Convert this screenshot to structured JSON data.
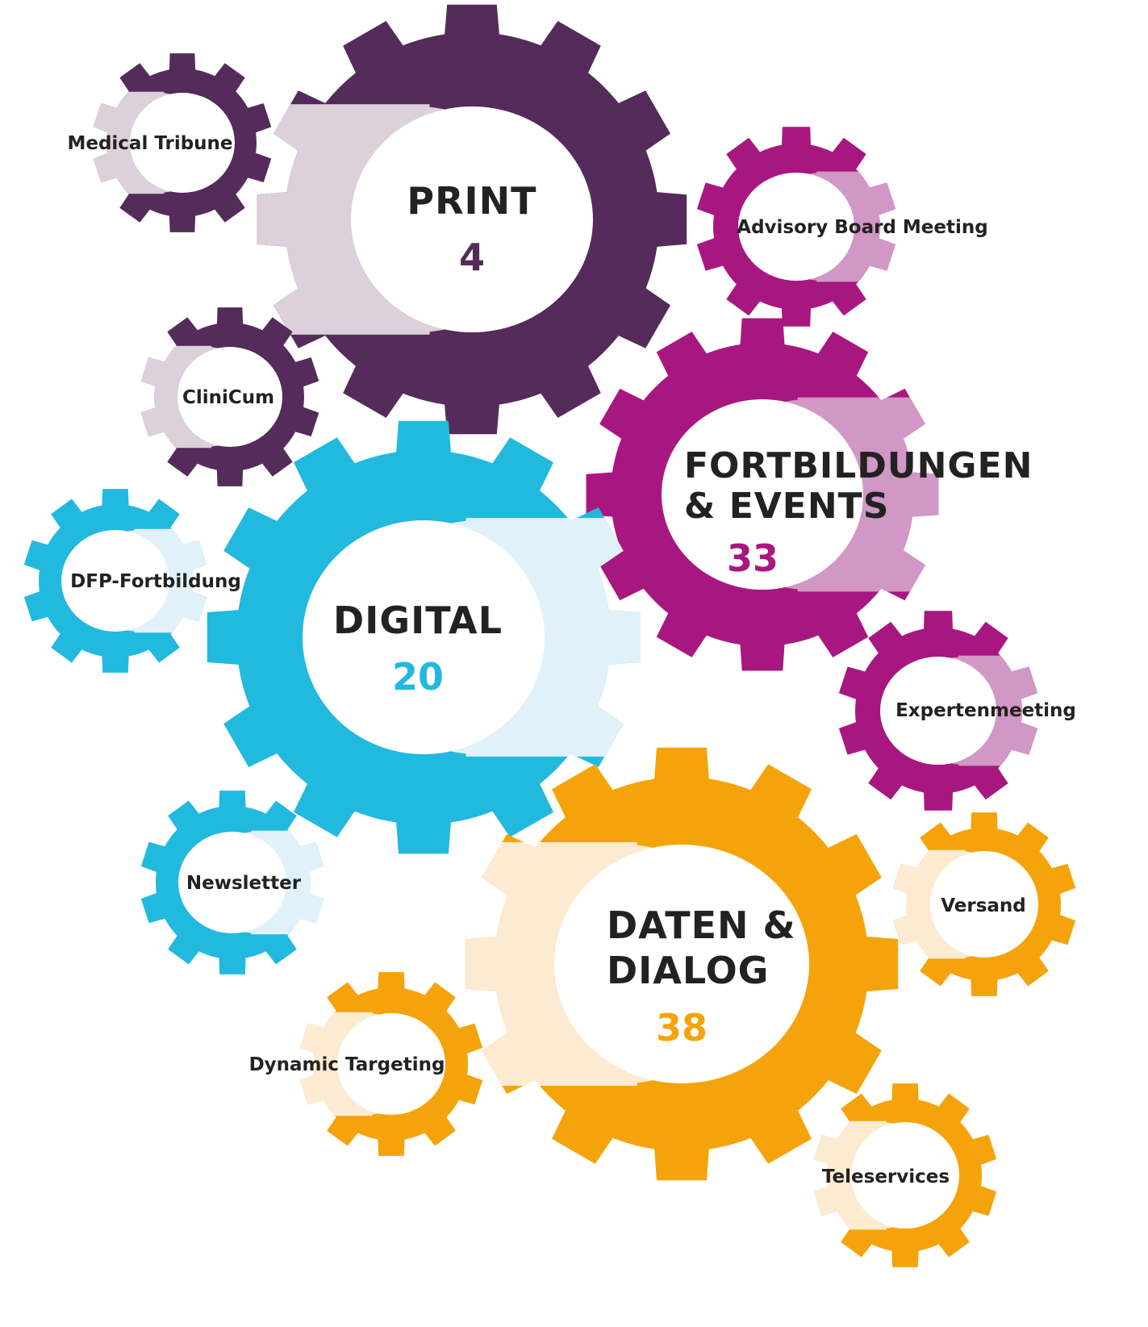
{
  "colors": {
    "print": "#542b5a",
    "print_light": "#dcd0da",
    "events": "#a8177f",
    "events_light": "#d197c5",
    "digital": "#22b9df",
    "digital_light": "#e0f1f9",
    "daten": "#f4a40a",
    "daten_light": "#fdebd1",
    "text": "#222222"
  },
  "gears": [
    {
      "id": "print",
      "kind": "main",
      "title_lines": [
        "PRINT"
      ],
      "count": "4",
      "color": "print",
      "light": "print_light"
    },
    {
      "id": "events",
      "kind": "main",
      "title_lines": [
        "FORTBILDUNGEN",
        "& EVENTS"
      ],
      "count": "33",
      "color": "events",
      "light": "events_light"
    },
    {
      "id": "digital",
      "kind": "main",
      "title_lines": [
        "DIGITAL"
      ],
      "count": "20",
      "color": "digital",
      "light": "digital_light"
    },
    {
      "id": "daten",
      "kind": "main",
      "title_lines": [
        "DATEN &",
        "DIALOG"
      ],
      "count": "38",
      "color": "daten",
      "light": "daten_light"
    },
    {
      "id": "medical-tribune",
      "kind": "sub",
      "label": "Medical Tribune",
      "color": "print",
      "light": "print_light"
    },
    {
      "id": "clinicum",
      "kind": "sub",
      "label": "CliniCum",
      "color": "print",
      "light": "print_light"
    },
    {
      "id": "advisory-board",
      "kind": "sub",
      "label": "Advisory Board Meeting",
      "color": "events",
      "light": "events_light"
    },
    {
      "id": "expertenmeeting",
      "kind": "sub",
      "label": "Expertenmeeting",
      "color": "events",
      "light": "events_light"
    },
    {
      "id": "dfp-fortbildung",
      "kind": "sub",
      "label": "DFP-Fortbildung",
      "color": "digital",
      "light": "digital_light"
    },
    {
      "id": "newsletter",
      "kind": "sub",
      "label": "Newsletter",
      "color": "digital",
      "light": "digital_light"
    },
    {
      "id": "versand",
      "kind": "sub",
      "label": "Versand",
      "color": "daten",
      "light": "daten_light"
    },
    {
      "id": "dynamic-targeting",
      "kind": "sub",
      "label": "Dynamic Targeting",
      "color": "daten",
      "light": "daten_light"
    },
    {
      "id": "teleservices",
      "kind": "sub",
      "label": "Teleservices",
      "color": "daten",
      "light": "daten_light"
    }
  ]
}
